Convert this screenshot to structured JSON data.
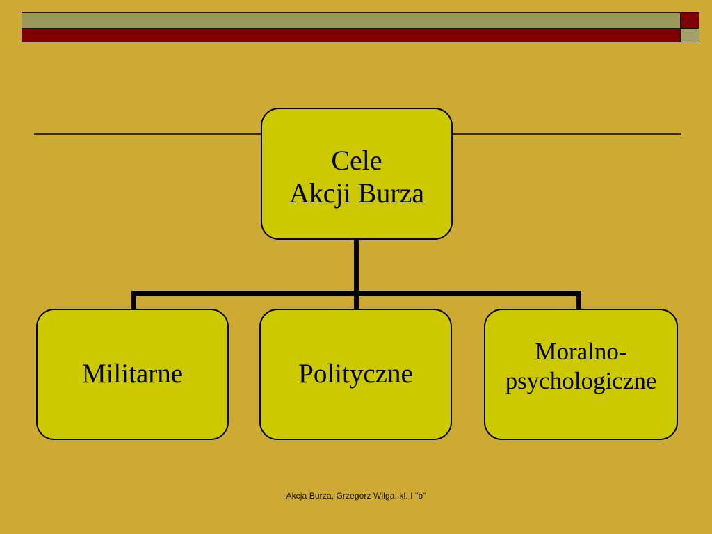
{
  "slide": {
    "background_color": "#ccaa33",
    "box_fill_color": "#ccc900",
    "box_border_color": "#000000",
    "banner_olive_color": "#99995c",
    "banner_red_color": "#800000",
    "rule_color": "#3b2b10",
    "text_color": "#000000"
  },
  "banner": {
    "olive_band_name": "olive-band",
    "red_band_name": "dark-red-band",
    "checker_top_name": "checker-cell-dark-red",
    "checker_bottom_name": "checker-cell-olive"
  },
  "diagram": {
    "type": "hierarchy",
    "root": {
      "id": "cele-akcji-burza",
      "label": "Cele\nAkcji Burza",
      "line1": "Cele",
      "line2": "Akcji Burza"
    },
    "children": [
      {
        "id": "militarne",
        "label": "Militarne"
      },
      {
        "id": "polityczne",
        "label": "Polityczne"
      },
      {
        "id": "moralno-psychologiczne",
        "label": "Moralno-\npsychologiczne",
        "line1": "Moralno-",
        "line2": "psychologiczne"
      }
    ]
  },
  "footer": {
    "text": "Akcja Burza, Grzegorz Wilga, kl. I \"b\""
  }
}
